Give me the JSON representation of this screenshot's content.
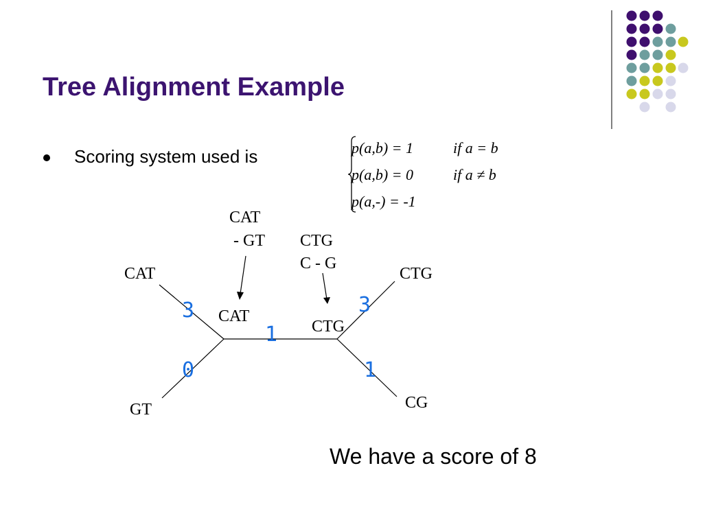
{
  "title": "Tree Alignment Example",
  "bullet": "Scoring system used is",
  "formula": {
    "lines": [
      {
        "lhs": "p(a,b) = 1",
        "cond": "if  a = b"
      },
      {
        "lhs": "p(a,b) = 0",
        "cond": "if  a ≠ b"
      },
      {
        "lhs": "p(a,-) = -1",
        "cond": ""
      }
    ]
  },
  "tree": {
    "leaf_top_left": "CAT",
    "leaf_bottom_left": "GT",
    "leaf_top_right": "CTG",
    "leaf_bottom_right": "CG",
    "internal_left": "CAT",
    "internal_right": "CTG",
    "align_left": [
      "CAT",
      " - GT"
    ],
    "align_right": [
      "CTG",
      "C - G"
    ],
    "edge_weights": {
      "top_left": "3",
      "bottom_left": "0",
      "middle": "1",
      "top_right": "3",
      "bottom_right": "1"
    }
  },
  "score": "We have a score of 8",
  "colors": {
    "title": "#3c1470",
    "purple": "#3f0f6e",
    "teal": "#6e9e9e",
    "yellow": "#c8c81e",
    "lavender": "#d8d8ea",
    "weights": "#1a6fe0"
  }
}
